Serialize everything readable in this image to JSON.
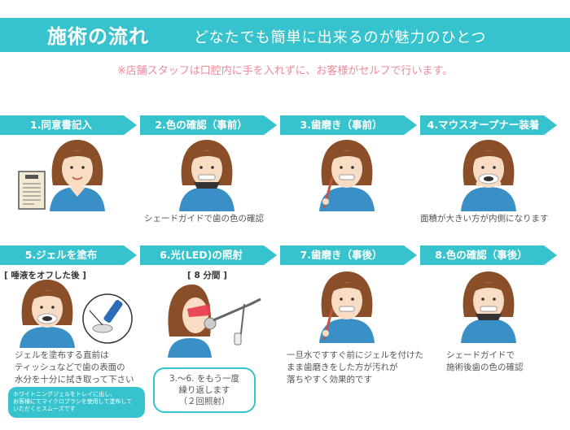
{
  "header": {
    "title": "施術の流れ",
    "subtitle": "どなたでも簡単に出来るのが魅力のひとつ"
  },
  "notice": "※店舗スタッフは口腔内に手を入れずに、お客様がセルフで行います。",
  "steps": [
    {
      "label": "1.同意書記入"
    },
    {
      "label": "2.色の確認（事前）",
      "caption": "シェードガイドで歯の色の確認"
    },
    {
      "label": "3.歯磨き（事前）"
    },
    {
      "label": "4.マウスオープナー装着",
      "caption": "面積が大きい方が内側になります"
    },
    {
      "label": "5.ジェルを塗布",
      "bracket": "[ 唾液をオフした後 ]",
      "caption_lines": [
        "ジェルを塗布する直前は",
        "ティッシュなどで歯の表面の",
        "水分を十分に拭き取って下さい"
      ]
    },
    {
      "label": "6.光(LED)の照射",
      "bracket": "[ 8 分間 ]"
    },
    {
      "label": "7.歯磨き（事後）",
      "caption_lines": [
        "一旦水ですすぐ前にジェルを付けた",
        "まま歯磨きをした方が汚れが",
        "落ちやすく効果的です"
      ]
    },
    {
      "label": "8.色の確認（事後）",
      "caption_lines": [
        "シェードガイドで",
        "施術後歯の色の確認"
      ]
    }
  ],
  "repeat_box": {
    "lines": [
      "3.〜6. をもう一度",
      "繰り返します",
      "（２回照射）"
    ]
  },
  "tip_box": {
    "lines": [
      "ホワイトニングジェルをトレイに出し、",
      "お客様にてマイクロブラシを使用して塗布して",
      "いただくとスムーズです"
    ]
  },
  "colors": {
    "accent": "#36c3cd",
    "notice": "#ee8a9a",
    "hair": "#8a4f28",
    "shirt": "#3a8fc7",
    "skin": "#f8dcc4"
  }
}
